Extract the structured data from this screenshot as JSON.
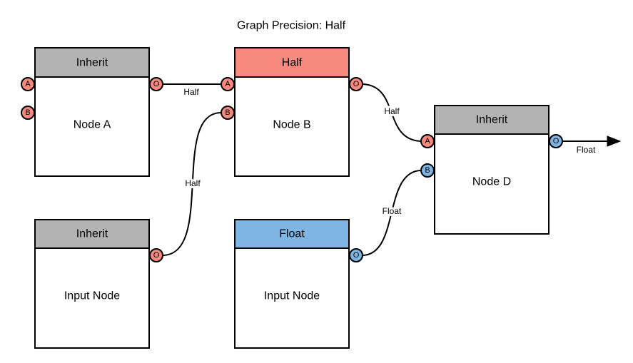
{
  "title": "Graph Precision: Half",
  "colors": {
    "inherit_gray": "#B3B3B3",
    "half_red": "#F8897F",
    "float_blue": "#7FB5E2",
    "node_fill": "#FFFFFF",
    "line": "#000000"
  },
  "nodes": [
    {
      "label": "Node A",
      "header": "Inherit",
      "ports": [
        {
          "label": "A"
        },
        {
          "label": "B"
        },
        {
          "label": "O"
        }
      ]
    },
    {
      "label": "Node B",
      "header": "Half",
      "ports": [
        {
          "label": "A"
        },
        {
          "label": "B"
        },
        {
          "label": "O"
        }
      ]
    },
    {
      "label": "Node D",
      "header": "Inherit",
      "ports": [
        {
          "label": "A"
        },
        {
          "label": "B"
        },
        {
          "label": "O"
        }
      ]
    },
    {
      "label": "Input Node",
      "header": "Inherit",
      "ports": [
        {
          "label": "O"
        }
      ]
    },
    {
      "label": "Input Node",
      "header": "Float",
      "ports": [
        {
          "label": "O"
        }
      ]
    }
  ],
  "edges": [
    {
      "label": "Half",
      "from": "Node A.O",
      "to": "Node B.A"
    },
    {
      "label": "Half",
      "from": "Input Node (Inherit).O",
      "to": "Node B.B"
    },
    {
      "label": "Half",
      "from": "Node B.O",
      "to": "Node D.A"
    },
    {
      "label": "Float",
      "from": "Input Node (Float).O",
      "to": "Node D.B"
    },
    {
      "label": "Float",
      "from": "Node D.O",
      "to": "graph-output"
    }
  ]
}
